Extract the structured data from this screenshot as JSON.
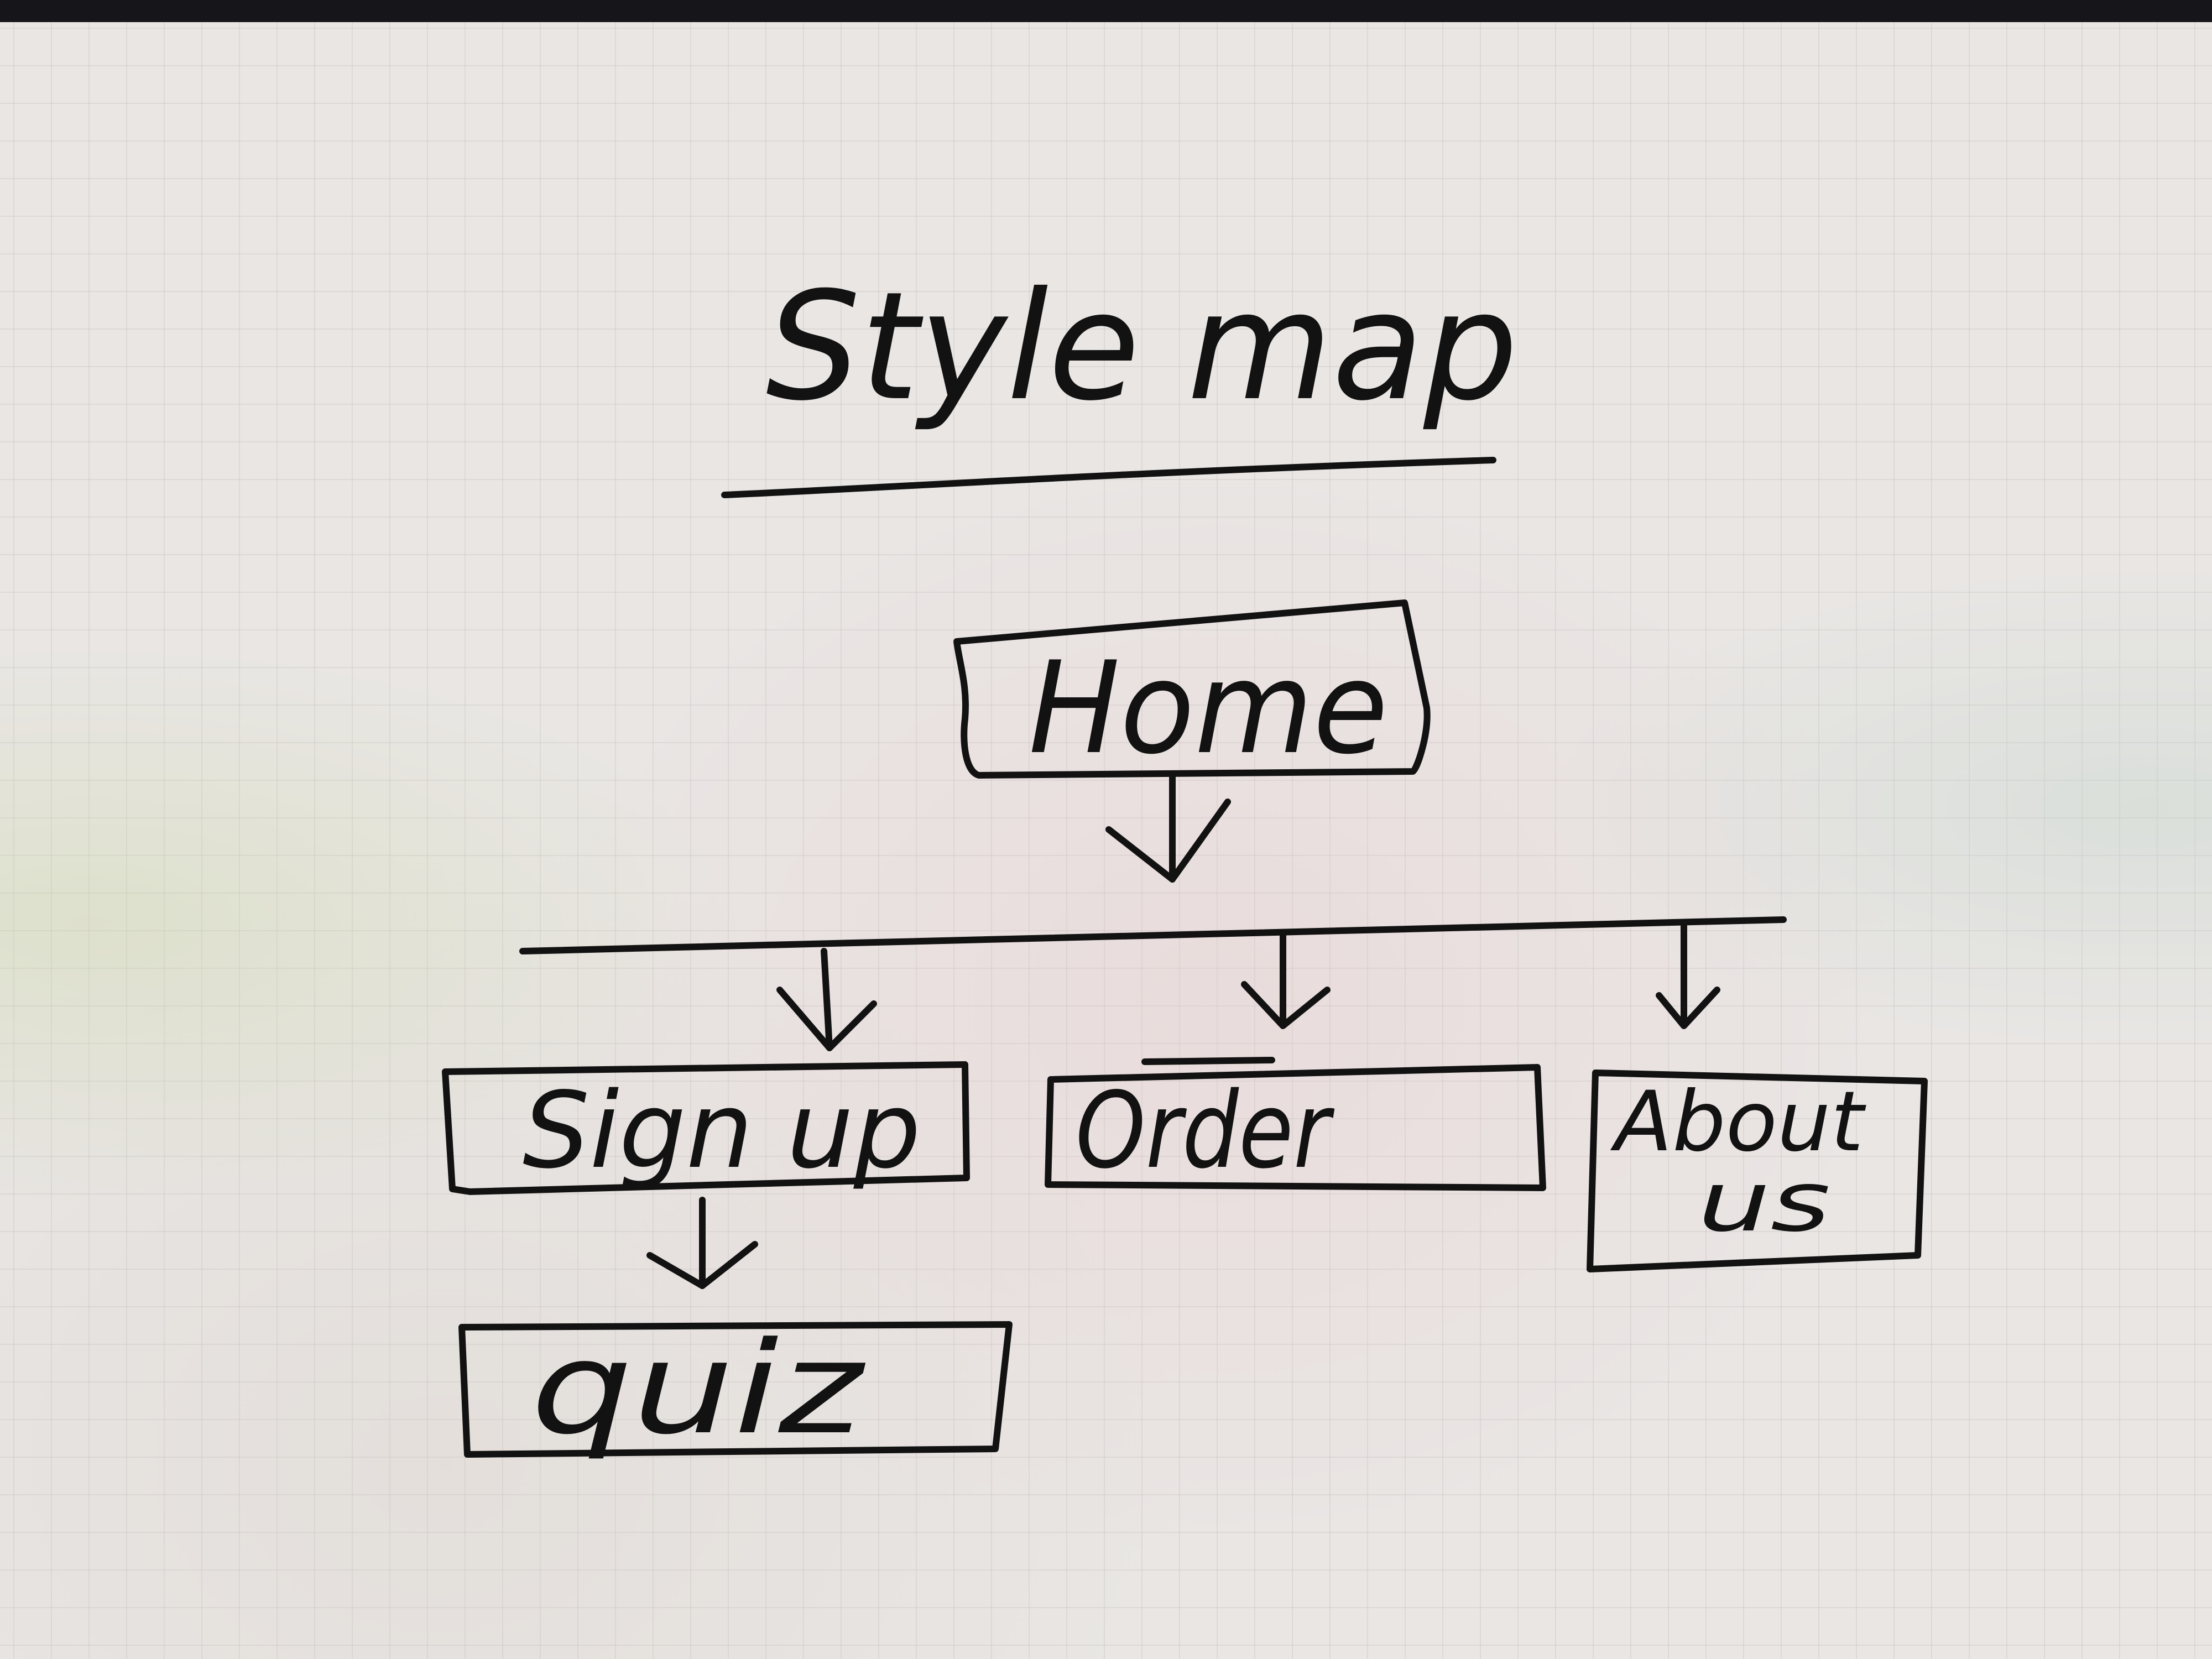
{
  "title": "Style map",
  "nodes": {
    "home": "Home",
    "signup": "Sign up",
    "order": "Order",
    "about_line1": "About",
    "about_line2": "us",
    "quiz": "quiz"
  }
}
